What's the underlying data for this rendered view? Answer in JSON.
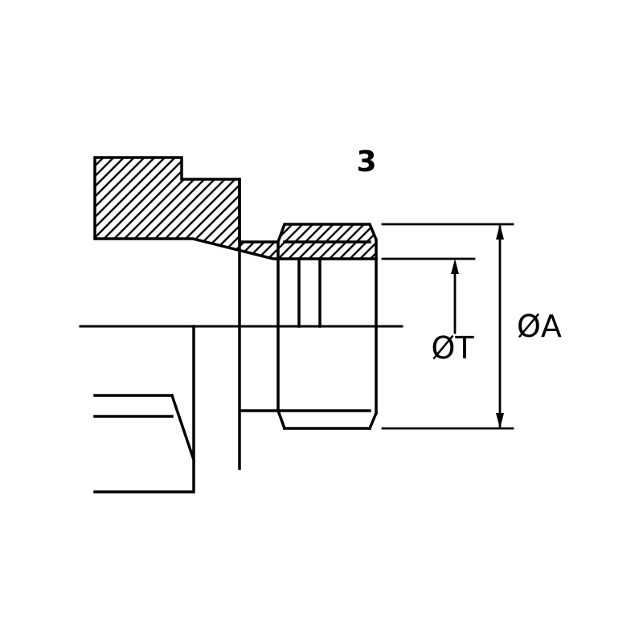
{
  "drawing": {
    "background_color": "#ffffff",
    "line_color": "#000000",
    "part_number_label": "3",
    "dimension_outer_diameter": "ØA",
    "dimension_tube_diameter": "ØT"
  }
}
